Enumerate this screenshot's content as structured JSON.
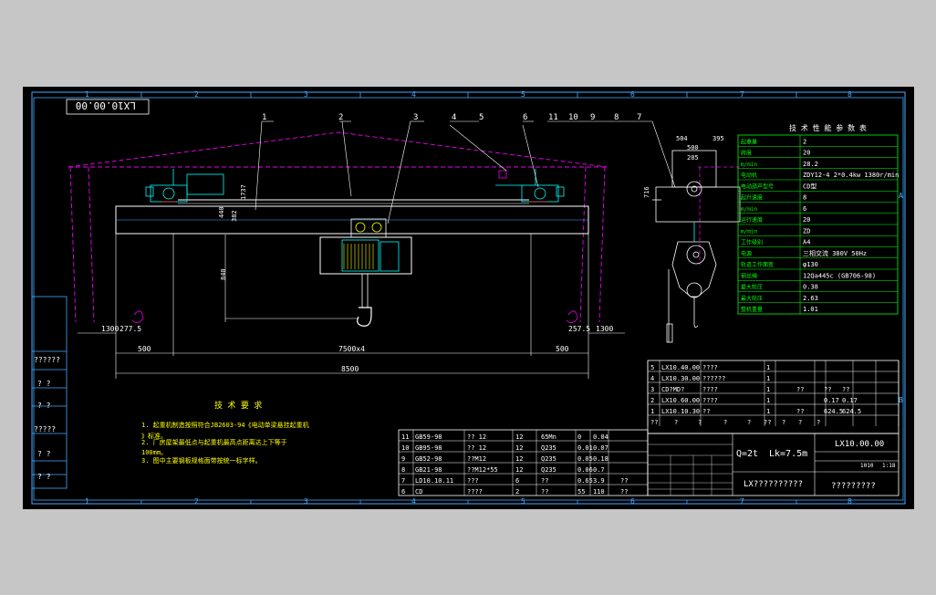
{
  "drawing": {
    "number_box": "LX10.00.00",
    "col_labels": [
      "1",
      "2",
      "3",
      "4",
      "5",
      "6",
      "7",
      "8"
    ],
    "row_labels": [
      "A",
      "B"
    ],
    "balloons": [
      "1",
      "2",
      "3",
      "4",
      "5",
      "6",
      "11",
      "10",
      "9",
      "8",
      "7"
    ],
    "left_stamps": [
      "??????",
      "?  ?",
      "?  ?",
      "?????",
      "?  ?",
      "?  ?"
    ]
  },
  "dims": {
    "span_total": "8500",
    "wheelbase": "7500x4",
    "left_500": "500",
    "right_500": "500",
    "left_1300": "1300",
    "left_277": "277.5",
    "right_1300": "1300",
    "right_257": "257.5",
    "h_1737": "1737",
    "h_440": "440",
    "h_382": "382",
    "h_840": "840",
    "side_504": "504",
    "side_395": "395",
    "side_500": "500",
    "side_205": "205",
    "side_716": "716"
  },
  "tech_params": {
    "title": "技 术 性 能 参 数 表",
    "rows": [
      [
        "起重量",
        "2"
      ],
      [
        "跨度",
        "20"
      ],
      [
        "m/min",
        "28.2"
      ],
      [
        "电动机",
        "ZDY12-4  2*0.4kw  1380r/min"
      ],
      [
        "电动葫芦型号",
        "CD型"
      ],
      [
        "起升速度",
        "8"
      ],
      [
        "m/min",
        "6"
      ],
      [
        "运行速度",
        "20"
      ],
      [
        "m/min",
        "ZD"
      ],
      [
        "工作级别",
        "A4"
      ],
      [
        "电源",
        "三相交流  380V  50Hz"
      ],
      [
        "轨道工作面宽",
        "φ130"
      ],
      [
        "钢丝绳",
        "12Qa445c  (GB706-98)"
      ],
      [
        "最大轮压",
        "0.38"
      ],
      [
        "最大轮压",
        "2.63"
      ],
      [
        "整机重量",
        "1.01"
      ]
    ]
  },
  "tech_requirements": {
    "title": "技 术 要 求",
    "lines": [
      "1. 起重机制造按照符合JB2603-94《电动单梁悬挂起重机",
      "   》标准。",
      "2. 厂房屋架最低点与起重机最高点距离达上下等于",
      "100mm。",
      "3. 图中主要钢板规格面带按统一标字样。"
    ]
  },
  "parts_right": {
    "rows": [
      [
        "5",
        "LX10.40.00",
        "????",
        "1",
        "",
        "",
        ""
      ],
      [
        "4",
        "LX10.30.00",
        "??????",
        "1",
        "",
        "",
        ""
      ],
      [
        "3",
        "CD?MD?",
        "????",
        "1",
        "??",
        "??",
        "??"
      ],
      [
        "2",
        "LX10.60.00",
        "????",
        "1",
        "",
        "0.17",
        "0.17"
      ],
      [
        "1",
        "LX10.10.30",
        "??",
        "1",
        "??",
        "624.5",
        "624.5"
      ]
    ],
    "header": [
      "??",
      "?",
      "?",
      "?",
      "?",
      "??",
      "?",
      "?",
      "?"
    ]
  },
  "parts_left": {
    "rows": [
      [
        "11",
        "GB59-98",
        "?? 12",
        "12",
        "65Mn",
        "0",
        "0.04",
        ""
      ],
      [
        "10",
        "GB95-98",
        "?? 12",
        "12",
        "Q235",
        "0.01",
        "0.07",
        ""
      ],
      [
        "9",
        "GB52-98",
        "??M12",
        "12",
        "Q235",
        "0.05",
        "0.18",
        ""
      ],
      [
        "8",
        "GB21-98",
        "??M12*55",
        "12",
        "Q235",
        "0.06",
        "0.7",
        ""
      ],
      [
        "7",
        "LD10.10.11",
        "???",
        "6",
        "??",
        "0.65",
        "3.9",
        "??"
      ],
      [
        "6",
        "CD",
        "????",
        "2",
        "??",
        "55",
        "110",
        "??"
      ]
    ]
  },
  "title_block": {
    "q": "Q=2t",
    "lk": "Lk=7.5m",
    "drawing_no": "LX10.00.00",
    "name": "LX??????????",
    "company": "?????????",
    "scale": "1:18",
    "weight": "1010"
  }
}
